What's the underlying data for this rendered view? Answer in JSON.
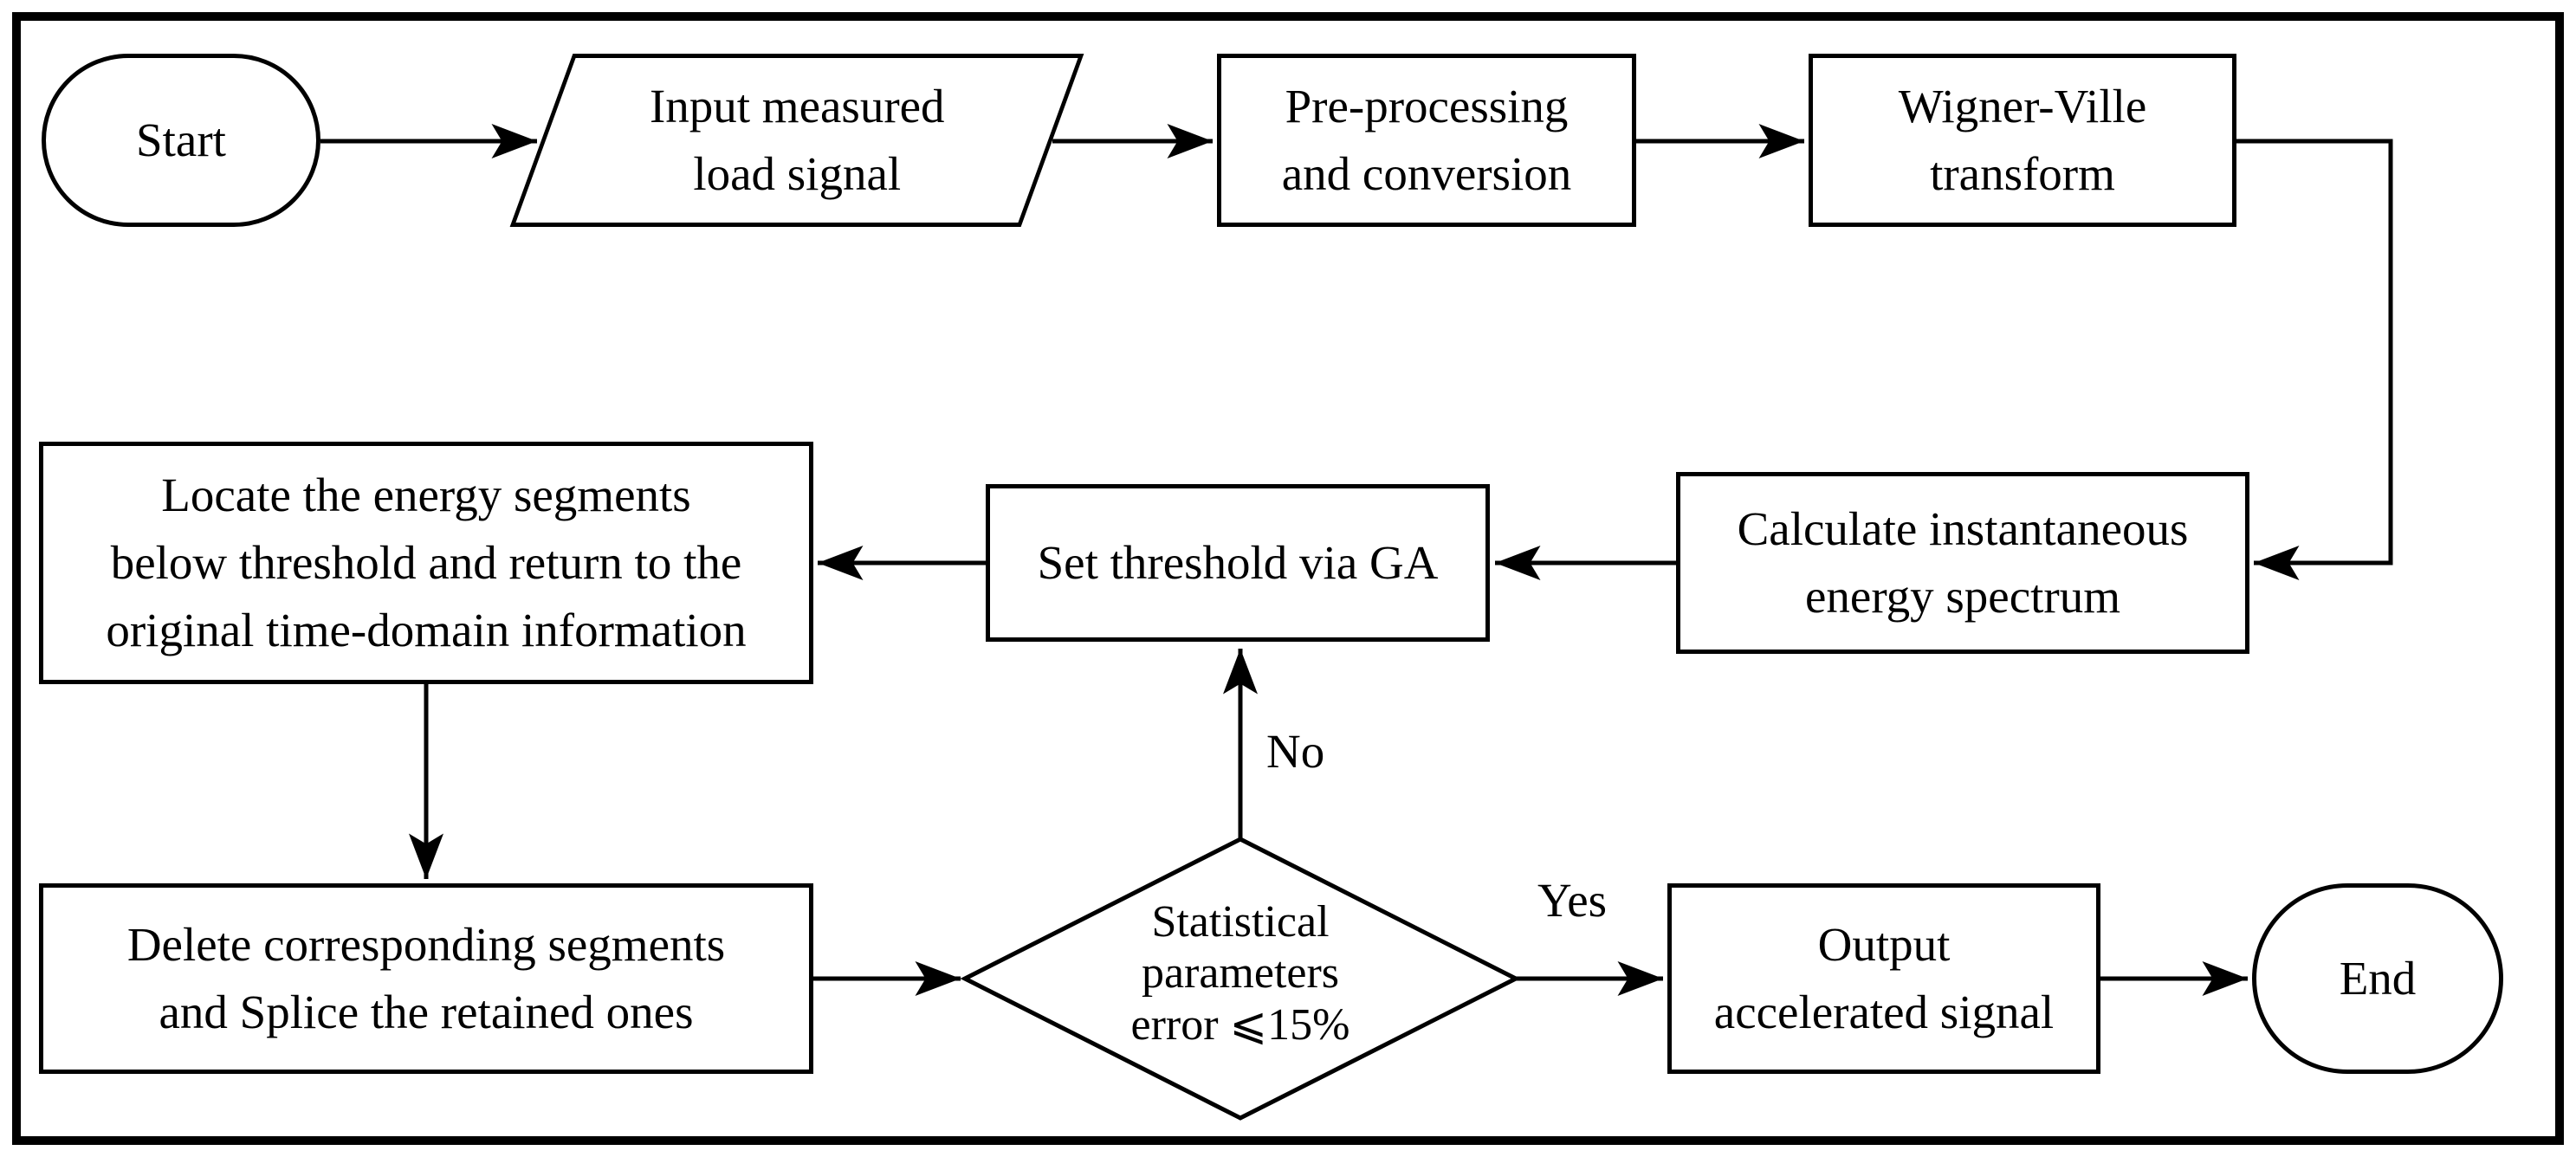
{
  "flow": {
    "background_color": "#ffffff",
    "line_color": "#000000",
    "nodes": {
      "start": {
        "shape": "terminator",
        "label": "Start"
      },
      "input": {
        "shape": "parallelogram",
        "label": "Input measured\nload signal"
      },
      "preprocess": {
        "shape": "process",
        "label": "Pre-processing\nand conversion"
      },
      "wigner": {
        "shape": "process",
        "label": "Wigner-Ville\ntransform"
      },
      "calculate": {
        "shape": "process",
        "label": "Calculate instantaneous\nenergy spectrum"
      },
      "threshold": {
        "shape": "process",
        "label": "Set threshold via GA"
      },
      "locate": {
        "shape": "process",
        "label": "Locate the energy segments\nbelow threshold and return to the\noriginal time-domain information"
      },
      "delete": {
        "shape": "process",
        "label": "Delete corresponding segments\nand Splice the retained ones"
      },
      "decision": {
        "shape": "decision",
        "label": "Statistical\nparameters\nerror ⩽15%"
      },
      "output": {
        "shape": "process",
        "label": "Output\naccelerated signal"
      },
      "end": {
        "shape": "terminator",
        "label": "End"
      }
    },
    "edges": [
      {
        "from": "start",
        "to": "input",
        "label": ""
      },
      {
        "from": "input",
        "to": "preprocess",
        "label": ""
      },
      {
        "from": "preprocess",
        "to": "wigner",
        "label": ""
      },
      {
        "from": "wigner",
        "to": "calculate",
        "label": ""
      },
      {
        "from": "calculate",
        "to": "threshold",
        "label": ""
      },
      {
        "from": "threshold",
        "to": "locate",
        "label": ""
      },
      {
        "from": "locate",
        "to": "delete",
        "label": ""
      },
      {
        "from": "delete",
        "to": "decision",
        "label": ""
      },
      {
        "from": "decision",
        "to": "threshold",
        "label": "No"
      },
      {
        "from": "decision",
        "to": "output",
        "label": "Yes"
      },
      {
        "from": "output",
        "to": "end",
        "label": ""
      }
    ]
  }
}
